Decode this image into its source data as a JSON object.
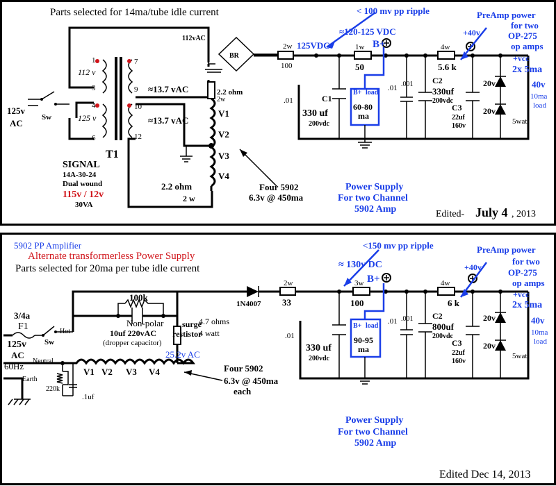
{
  "top": {
    "title": "Parts selected for 14ma/tube idle current",
    "ripple": "< 100 mv pp ripple",
    "vdc_range": "≈120-125 VDC",
    "bplus": "B+",
    "preamp": [
      "PreAmp power",
      "for two",
      "OP-275",
      "op amps"
    ],
    "plus40": "+40v",
    "vcc": "+vcc",
    "ma2x5": "2x 5ma",
    "v40": "40v",
    "load10": [
      "10ma",
      "load"
    ],
    "br": "BR",
    "vac112": "112vAC",
    "r2w": "2w",
    "r100": "100",
    "v125dc": "125VDC",
    "r1w": "1w",
    "r50": "50",
    "r4w": "4w",
    "r56k": "5.6 k",
    "c01a": ".01",
    "c01b": ".01",
    "c001": ".001",
    "c1": "C1",
    "c1v": "330 uf",
    "c1r": "200vdc",
    "load_bplus": "B+",
    "load": "load",
    "load_ma": [
      "60-80",
      "ma"
    ],
    "c2": "C2",
    "c2v": "330uf",
    "c2r": "200vdc",
    "c3": "C3",
    "c3v": "22uf",
    "c3r": "160v",
    "z20a": "20v",
    "z20b": "20v",
    "z5w": "5watt",
    "ac_v": "125v",
    "ac": "AC",
    "sw": "Sw",
    "pin1": "1",
    "pin3": "3",
    "pin4": "4",
    "pin6": "6",
    "pin7": "7",
    "pin9": "9",
    "pin10": "10",
    "pin12": "12",
    "v112": "112 v",
    "v125": "125 v",
    "vac137a": "≈13.7 vAC",
    "vac137b": "≈13.7 vAC",
    "r22ohm": "2.2 ohm",
    "r22w": "2w",
    "v1": "V1",
    "v2": "V2",
    "v3": "V3",
    "v4": "V4",
    "t1": "T1",
    "signal": "SIGNAL",
    "part": "14A-30-24",
    "dual": "Dual wound",
    "ratio": "115v / 12v",
    "va": "30VA",
    "r22b": "2.2 ohm",
    "r22b_w": "2 w",
    "four": "Four 5902",
    "heater": "6.3v @ 450ma",
    "ps": [
      "Power Supply",
      "For two Channel",
      "5902 Amp"
    ],
    "edited_prefix": "Edited-",
    "edited_date": "July 4",
    "edited_year": ", 2013"
  },
  "bottom": {
    "title1": "5902 PP Amplifier",
    "title2": "Alternate transformerless Power Supply",
    "title3": "Parts selected for 20ma per tube idle current",
    "ripple": "<150 mv pp ripple",
    "vdc": "≈ 130v DC",
    "bplus": "B+",
    "preamp": [
      "PreAmp power",
      "for two",
      "OP-275",
      "op amps"
    ],
    "plus40": "+40v",
    "vcc": "+vcc",
    "ma2x5": "2x 5ma",
    "v40": "40v",
    "load10": [
      "10ma",
      "load"
    ],
    "diode": "1N4007",
    "r2w": "2w",
    "r33": "33",
    "r3w": "3w",
    "r100": "100",
    "r4w": "4w",
    "r6k": "6 k",
    "c01a": ".01",
    "c01b": ".01",
    "c001": ".001",
    "c1v": "330 uf",
    "c1r": "200vdc",
    "load_bplus": "B+",
    "load": "load",
    "load_ma": [
      "90-95",
      "ma"
    ],
    "c2": "C2",
    "c2v": "800uf",
    "c2r": "200vdc",
    "c3": "C3",
    "c3v": "22uf",
    "c3r": "160v",
    "z20a": "20v",
    "z20b": "20v",
    "z5w": "5watt",
    "r100k": "100k",
    "nonpolar": "Non-polar",
    "cap10": "10uf 220vAC",
    "dropper": "(dropper capacitor)",
    "surge1": "surge",
    "surge2": "restistor",
    "r47": "4.7 ohms",
    "r4watt": "4 watt",
    "ac252": "25.2v AC",
    "fuse": "3/4a",
    "f1": "F1",
    "v125": "125v",
    "ac": "AC",
    "hz": "60Hz",
    "sw": "Sw",
    "hot": "Hot",
    "neutral": "Neutral",
    "earth": "Earth",
    "r220k": "220k",
    "c1uf": ".1uf",
    "v1": "V1",
    "v2": "V2",
    "v3": "V3",
    "v4": "V4",
    "four": "Four 5902",
    "heater": "6.3v @ 450ma",
    "each": "each",
    "ps": [
      "Power Supply",
      "For two Channel",
      "5902 Amp"
    ],
    "edited": "Edited Dec 14, 2013"
  },
  "colors": {
    "blue": "#1a3ee8",
    "red": "#d0141a",
    "black": "#000000"
  }
}
